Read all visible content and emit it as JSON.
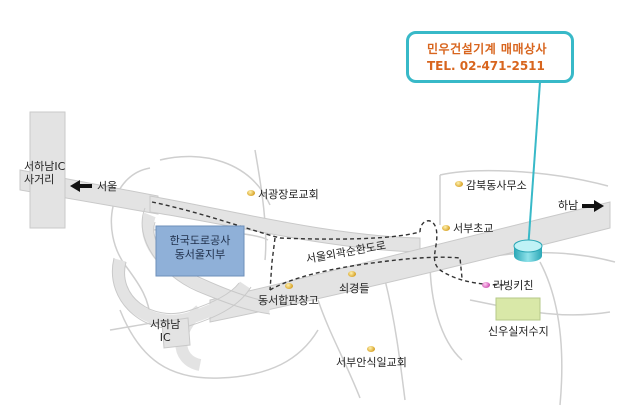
{
  "callout": {
    "name": "민우건설기계 매매상사",
    "tel": "TEL. 02-471-2511"
  },
  "labels": {
    "seohanam_ic_junction": "서하남IC\n사거리",
    "seoul_direction": "서울",
    "hanam_direction": "하남",
    "seogwangjang_church": "서광장로교회",
    "gambuk_office": "감북동사무소",
    "seobu_elementary": "서부초교",
    "korea_expressway": "한국도로공사\n동서울지부",
    "ring_road": "서울외곽순환도로",
    "dongseo_warehouse": "동서합판창고",
    "soegyeongdeul": "쇠경들",
    "living_kitchen": "리빙키친",
    "seohanam_ic": "서하남\nIC",
    "sinu_reservoir": "신우실저수지",
    "seobu_church": "서부안식일교회"
  },
  "colors": {
    "road": "#e3e3e3",
    "road_edge": "#c9c9c9",
    "accent": "#38b9c8",
    "callout_text": "#d8651e",
    "expressway_box": "#8fb0d8",
    "reservoir": "#d9e8a8",
    "dashed_route": "#333333"
  },
  "icons": {
    "arrow_left": "arrow-left-icon",
    "arrow_right": "arrow-right-icon",
    "location_pin": "location-pin-icon",
    "destination_marker": "destination-marker-icon"
  }
}
